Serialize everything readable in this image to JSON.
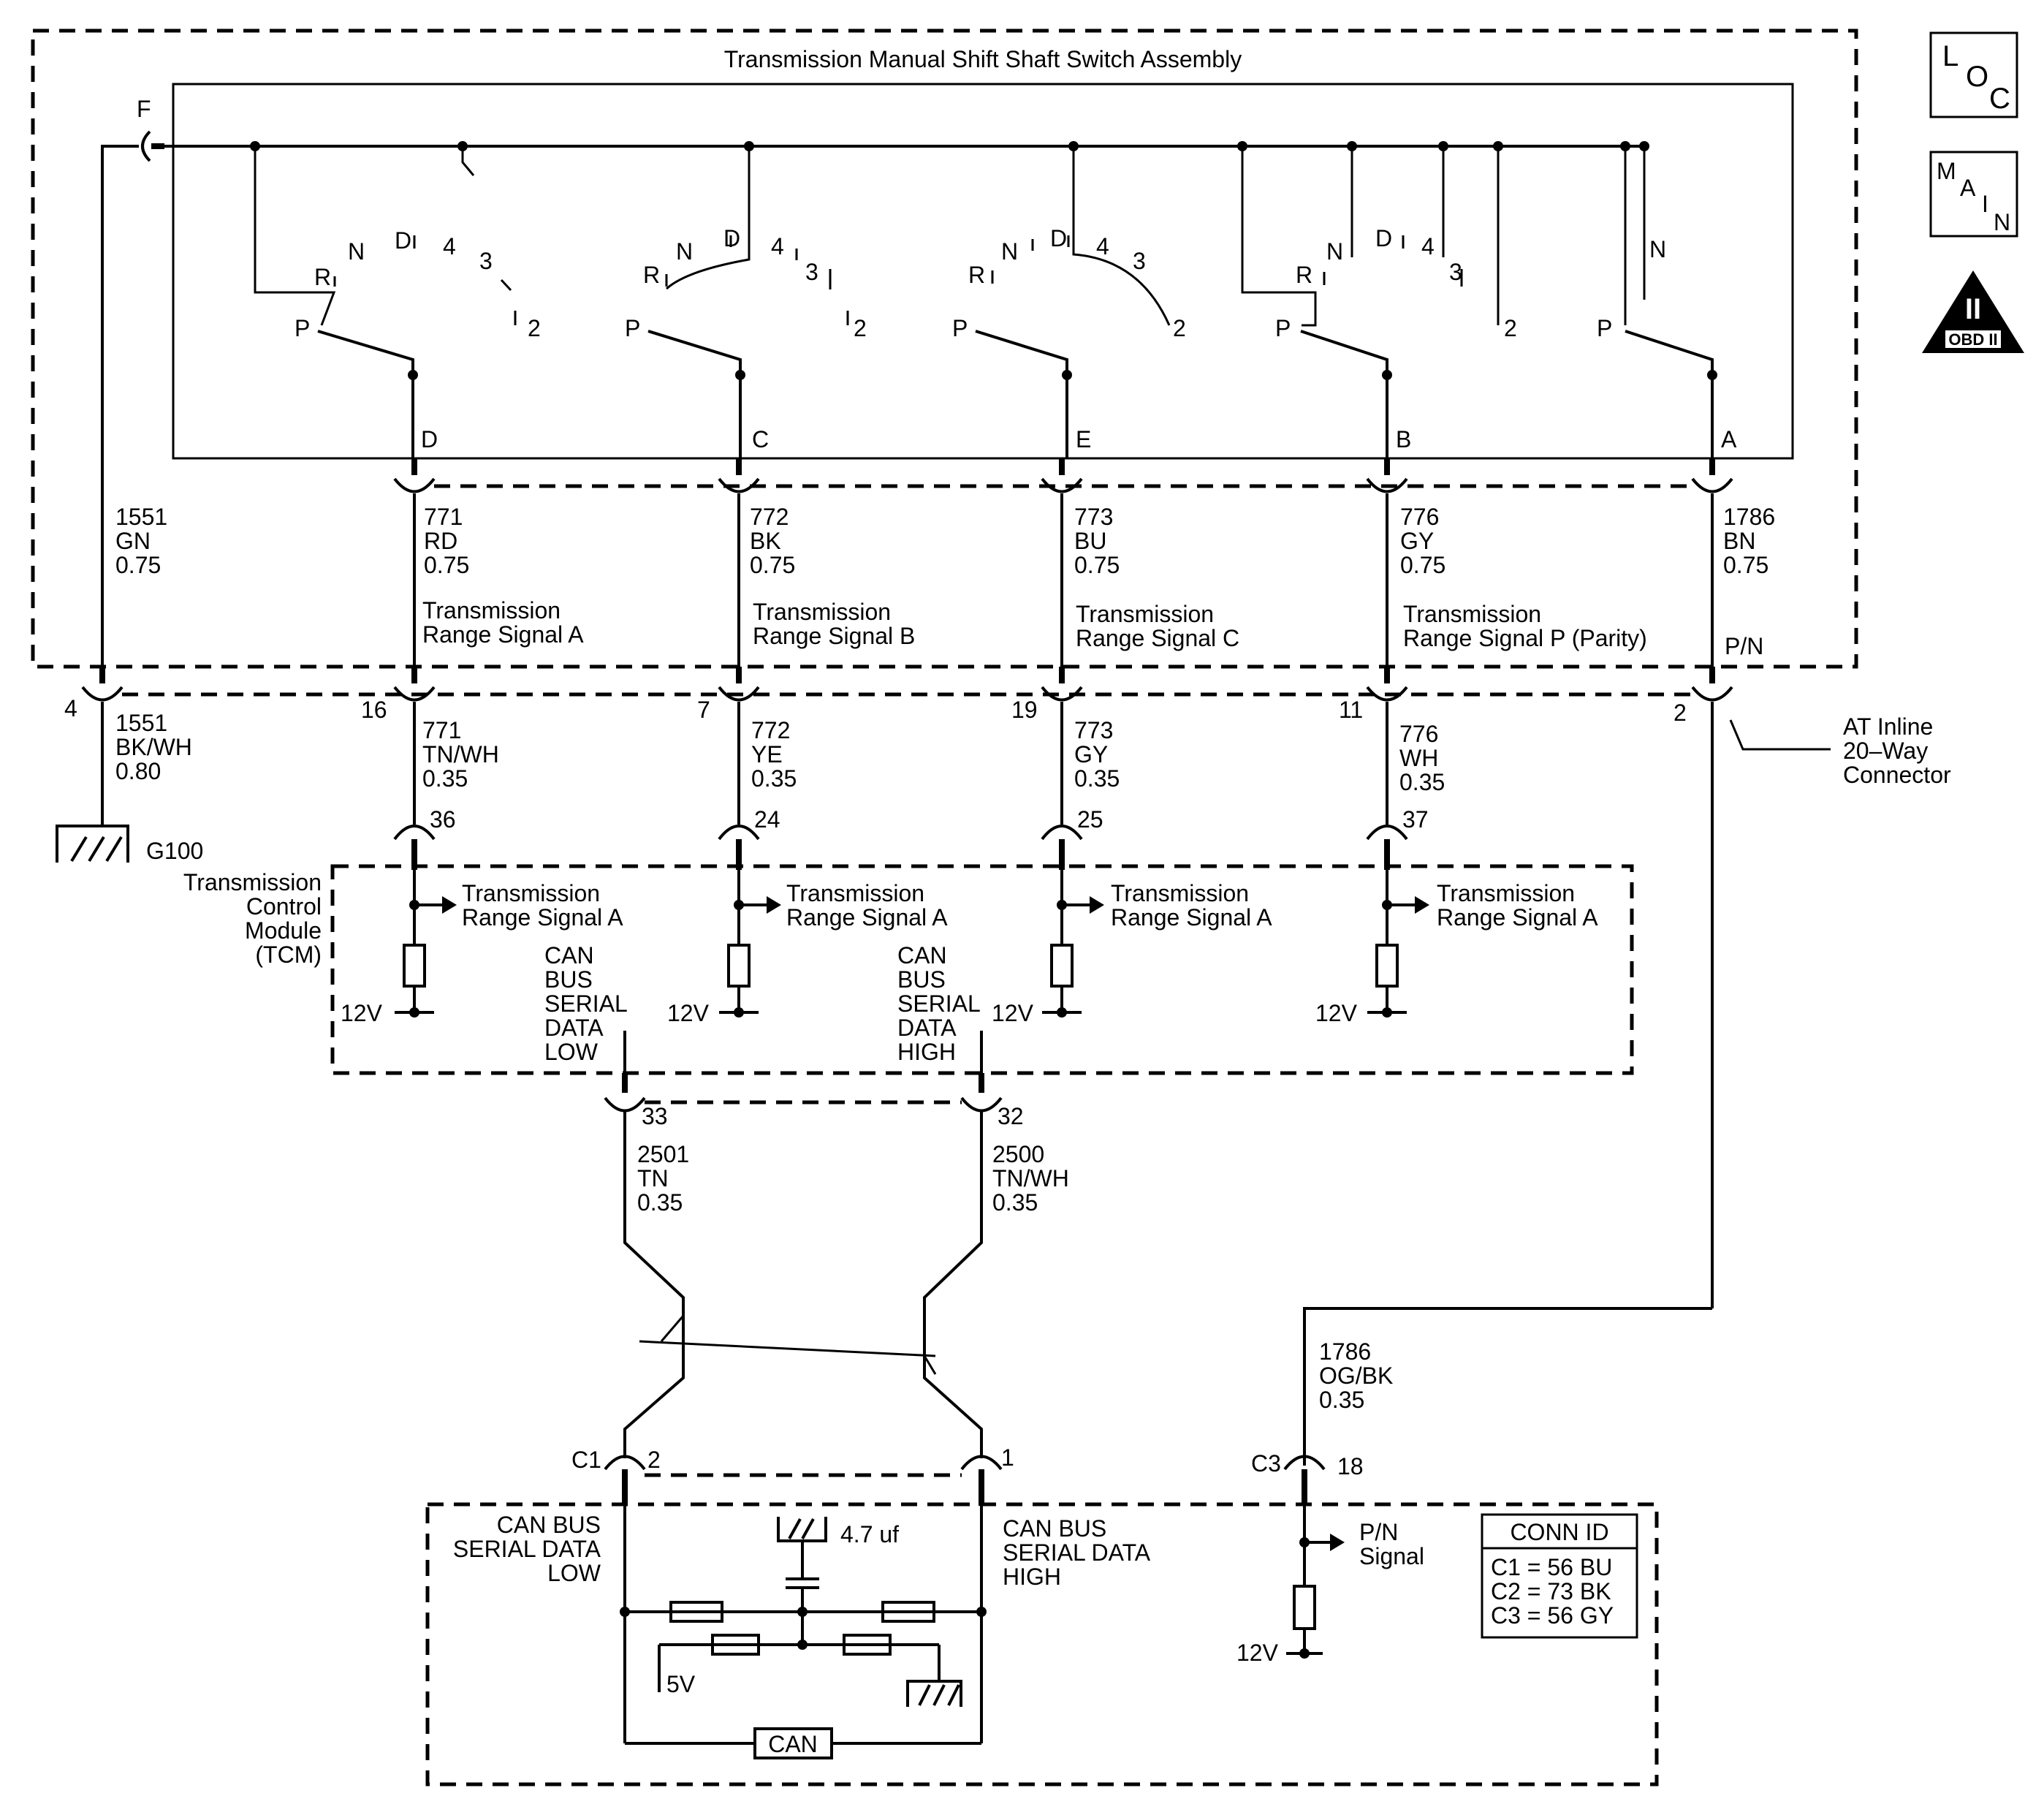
{
  "assembly": {
    "title": "Transmission Manual Shift Shaft Switch Assembly",
    "pin_f": "F",
    "pins": [
      "D",
      "C",
      "E",
      "B",
      "A"
    ],
    "gear_p": "P",
    "gear_r": "R",
    "gear_n": "N",
    "gear_d": "D",
    "gear_4": "4",
    "gear_3": "3",
    "gear_2": "2"
  },
  "badges": {
    "loc": [
      "L",
      "O",
      "C"
    ],
    "main": [
      "M",
      "A",
      "I",
      "N"
    ],
    "obd_roman": "II",
    "obd_text": "OBD II"
  },
  "upper_wires": [
    {
      "circuit": "1551",
      "color": "GN",
      "gauge": "0.75",
      "desc1": "",
      "desc2": ""
    },
    {
      "circuit": "771",
      "color": "RD",
      "gauge": "0.75",
      "desc1": "Transmission",
      "desc2": "Range Signal A"
    },
    {
      "circuit": "772",
      "color": "BK",
      "gauge": "0.75",
      "desc1": "Transmission",
      "desc2": "Range Signal B"
    },
    {
      "circuit": "773",
      "color": "BU",
      "gauge": "0.75",
      "desc1": "Transmission",
      "desc2": "Range Signal C"
    },
    {
      "circuit": "776",
      "color": "GY",
      "gauge": "0.75",
      "desc1": "Transmission",
      "desc2": "Range Signal P (Parity)"
    },
    {
      "circuit": "1786",
      "color": "BN",
      "gauge": "0.75",
      "desc1": "P/N",
      "desc2": ""
    }
  ],
  "inline_connector": {
    "pins": [
      "4",
      "16",
      "7",
      "19",
      "11",
      "2"
    ],
    "label": [
      "AT Inline",
      "20–Way",
      "Connector"
    ]
  },
  "lower_wires": [
    {
      "circuit": "1551",
      "color": "BK/WH",
      "gauge": "0.80"
    },
    {
      "circuit": "771",
      "color": "TN/WH",
      "gauge": "0.35"
    },
    {
      "circuit": "772",
      "color": "YE",
      "gauge": "0.35"
    },
    {
      "circuit": "773",
      "color": "GY",
      "gauge": "0.35"
    },
    {
      "circuit": "776",
      "color": "WH",
      "gauge": "0.35"
    }
  ],
  "ground": {
    "label": "G100"
  },
  "tcm": {
    "name": [
      "Transmission",
      "Control",
      "Module",
      "(TCM)"
    ],
    "pins": [
      "36",
      "24",
      "25",
      "37"
    ],
    "signal_line1": "Transmission",
    "signal_line2": "Range Signal A",
    "supply": "12V",
    "can_low": [
      "CAN",
      "BUS",
      "SERIAL",
      "DATA",
      "LOW"
    ],
    "can_high": [
      "CAN",
      "BUS",
      "SERIAL",
      "DATA",
      "HIGH"
    ],
    "can_pins": [
      "33",
      "32"
    ]
  },
  "can_wires": [
    {
      "circuit": "2501",
      "color": "TN",
      "gauge": "0.35"
    },
    {
      "circuit": "2500",
      "color": "TN/WH",
      "gauge": "0.35"
    }
  ],
  "pn_wire": {
    "circuit": "1786",
    "color": "OG/BK",
    "gauge": "0.35"
  },
  "lower_module": {
    "c1": "C1",
    "c1_pin": "2",
    "c2_pin": "1",
    "c3": "C3",
    "c3_pin": "18",
    "can_low": [
      "CAN BUS",
      "SERIAL DATA",
      "LOW"
    ],
    "can_high": [
      "CAN BUS",
      "SERIAL DATA",
      "HIGH"
    ],
    "cap": "4.7 uf",
    "five_v": "5V",
    "can_box": "CAN",
    "pn_signal": [
      "P/N",
      "Signal"
    ],
    "supply": "12V"
  },
  "conn_id": {
    "title": "CONN ID",
    "rows": [
      "C1 = 56 BU",
      "C2 = 73 BK",
      "C3 = 56 GY"
    ]
  }
}
